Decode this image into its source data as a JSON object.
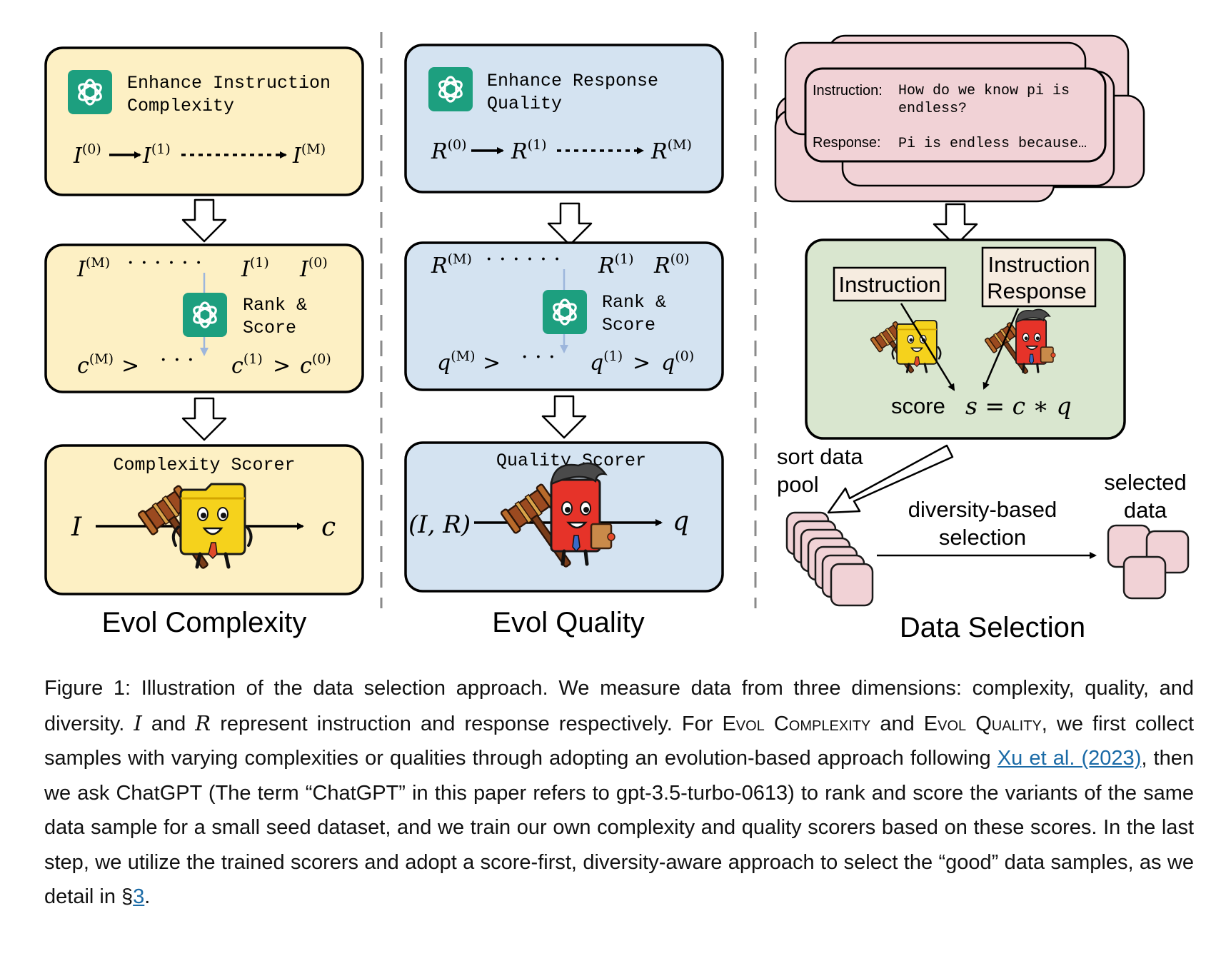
{
  "colors": {
    "complexity_fill": "#fdf0c4",
    "quality_fill": "#d4e3f1",
    "selection_fill": "#d9e6cf",
    "sample_fill": "#f1d2d6",
    "gpt_green": "#1d9f7f",
    "link": "#1a6aa6"
  },
  "evol_complexity": {
    "enhance_title_line1": "Enhance Instruction",
    "enhance_title_line2": "Complexity",
    "chain": {
      "start": "I",
      "start_sup": "(0)",
      "mid": "I",
      "mid_sup": "(1)",
      "end": "I",
      "end_sup": "(M)"
    },
    "rank_top": {
      "a": "I",
      "a_sup": "(M)",
      "b": "I",
      "b_sup": "(1)",
      "c": "I",
      "c_sup": "(0)"
    },
    "rank_label_line1": "Rank &",
    "rank_label_line2": "Score",
    "rank_bottom": {
      "a": "c",
      "a_sup": "(M)",
      "b": "c",
      "b_sup": "(1)",
      "c": "c",
      "c_sup": "(0)"
    },
    "scorer_title": "Complexity Scorer",
    "scorer_input": "I",
    "scorer_output": "c",
    "panel_label": "Evol Complexity"
  },
  "evol_quality": {
    "enhance_title_line1": "Enhance Response",
    "enhance_title_line2": "Quality",
    "chain": {
      "start": "R",
      "start_sup": "(0)",
      "mid": "R",
      "mid_sup": "(1)",
      "end": "R",
      "end_sup": "(M)"
    },
    "rank_top": {
      "a": "R",
      "a_sup": "(M)",
      "b": "R",
      "b_sup": "(1)",
      "c": "R",
      "c_sup": "(0)"
    },
    "rank_label_line1": "Rank &",
    "rank_label_line2": "Score",
    "rank_bottom": {
      "a": "q",
      "a_sup": "(M)",
      "b": "q",
      "b_sup": "(1)",
      "c": "q",
      "c_sup": "(0)"
    },
    "scorer_title": "Quality Scorer",
    "scorer_input": "(I, R)",
    "scorer_output": "q",
    "panel_label": "Evol Quality"
  },
  "data_selection": {
    "sample_instruction_label": "Instruction:",
    "sample_instruction_line1": "How do we know pi is",
    "sample_instruction_line2": "endless?",
    "sample_response_label": "Response:",
    "sample_response_text": "Pi is endless because…",
    "box_instruction": "Instruction",
    "box_instruction_response_line1": "Instruction",
    "box_instruction_response_line2": "Response",
    "score_word": "score",
    "score_formula": "s = c ∗ q",
    "sort_line1": "sort data",
    "sort_line2": "pool",
    "diversity_line1": "diversity-based",
    "diversity_line2": "selection",
    "selected_line1": "selected",
    "selected_line2": "data",
    "panel_label": "Data Selection"
  },
  "caption": {
    "p1": "Figure 1: Illustration of the data selection approach. We measure data from three dimensions: complexity, quality, and diversity. ",
    "var_i": "I",
    "p2": " and ",
    "var_r": "R",
    "p3": " represent instruction and response respectively. For ",
    "sc1": "Evol Complexity",
    "p4": " and ",
    "sc2": "Evol Quality",
    "p5": ", we first collect samples with varying complexities or qualities through adopting an evolution-based approach following ",
    "link1": "Xu et al. (2023)",
    "p6": ", then we ask ChatGPT (The term “ChatGPT” in this paper refers to gpt-3.5-turbo-0613) to rank and score the variants of the same data sample for a small seed dataset, and we train our own complexity and quality scorers based on these scores. In the last step, we utilize the trained scorers and adopt a score-first, diversity-aware approach to select the “good” data samples, as we detail in §",
    "link2": "3",
    "p7": "."
  }
}
